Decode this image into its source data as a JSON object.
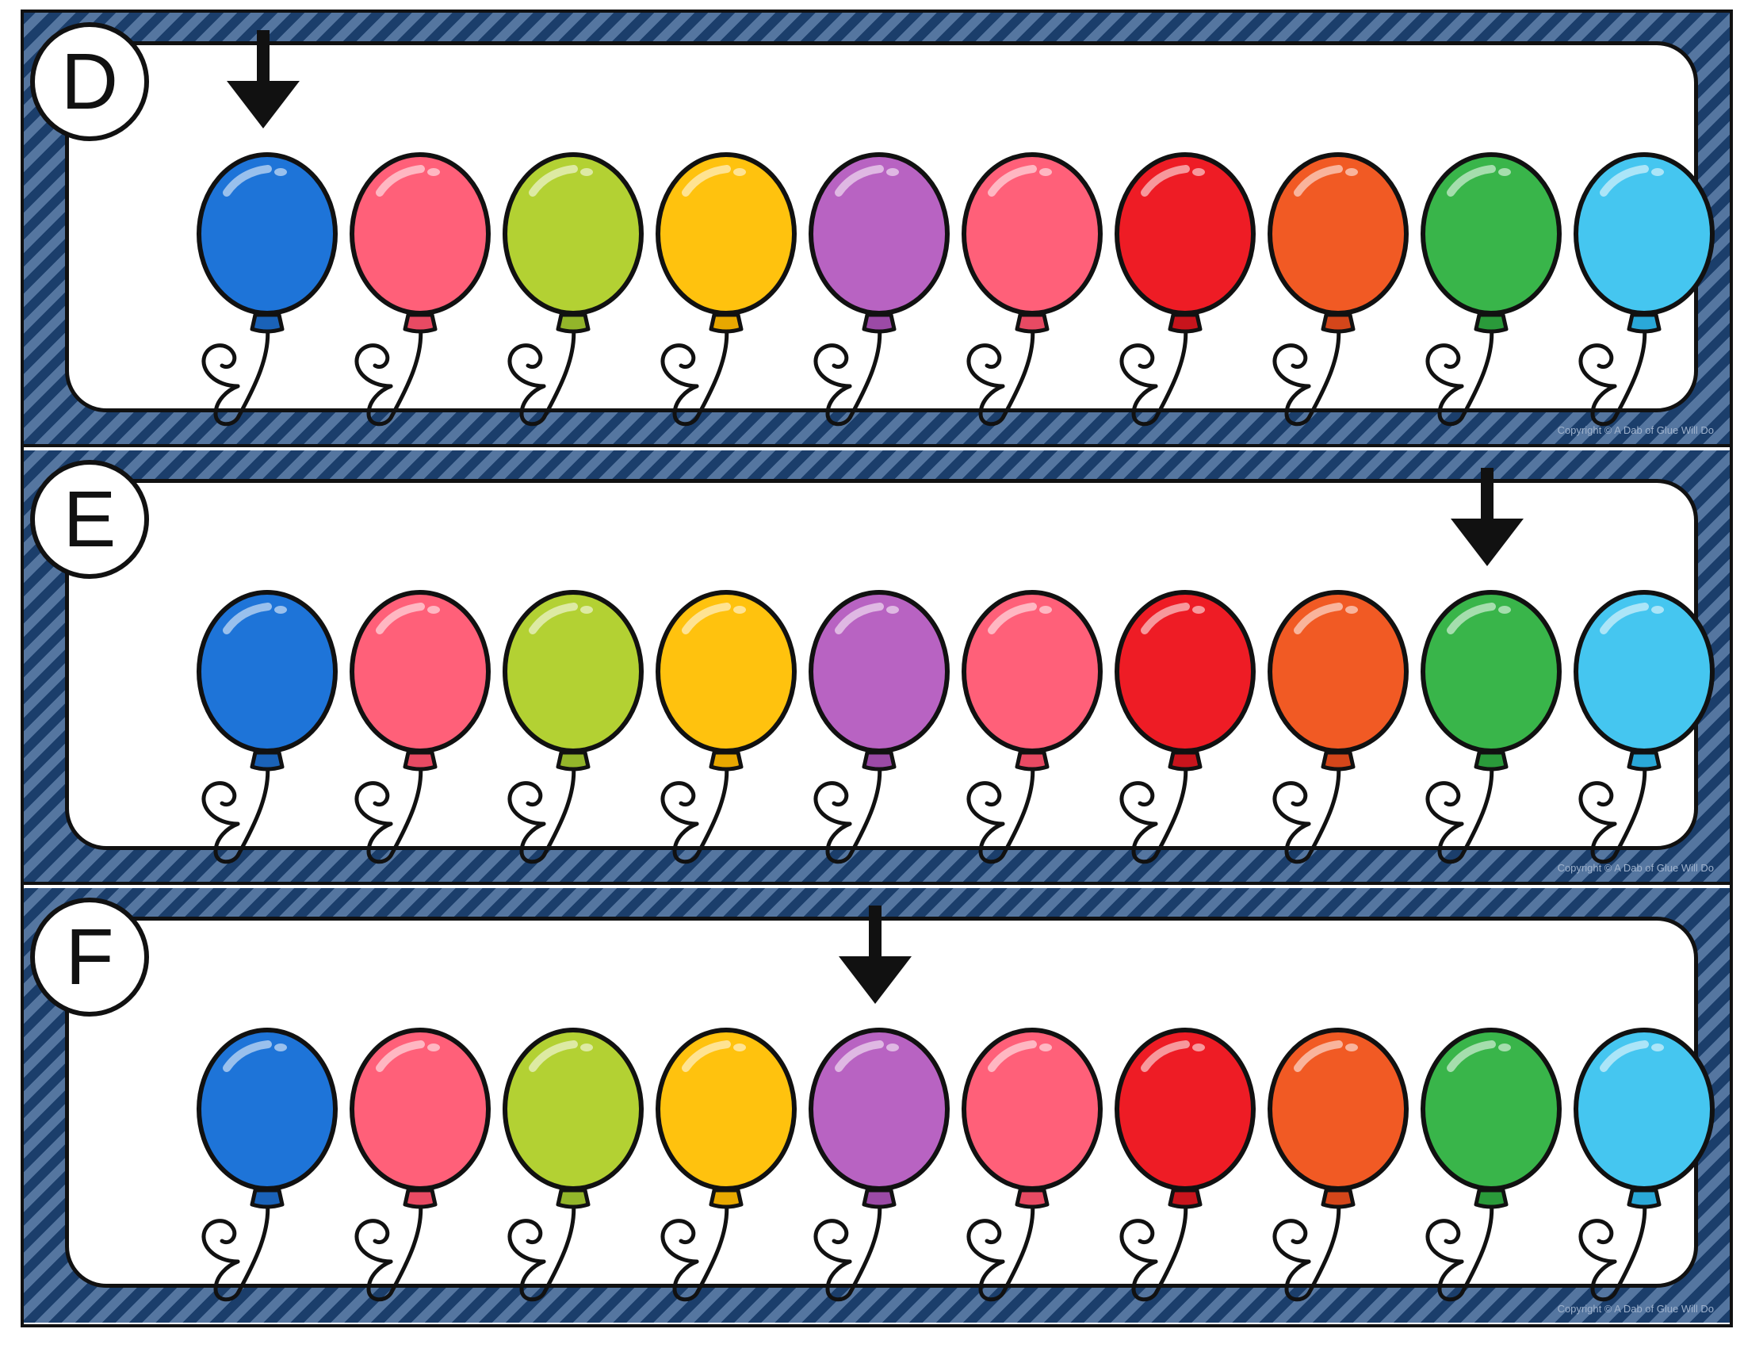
{
  "cards": [
    {
      "letter": "D",
      "arrow_index": 0,
      "copyright": "Copyright © A Dab of Glue Will Do"
    },
    {
      "letter": "E",
      "arrow_index": 8,
      "copyright": "Copyright © A Dab of Glue Will Do"
    },
    {
      "letter": "F",
      "arrow_index": 4,
      "copyright": "Copyright © A Dab of Glue Will Do"
    }
  ],
  "balloons": [
    {
      "color": "#1e74d8",
      "knot": "#1a62b8"
    },
    {
      "color": "#ff6079",
      "knot": "#e84a63"
    },
    {
      "color": "#b3d133",
      "knot": "#93b52a"
    },
    {
      "color": "#ffc20e",
      "knot": "#e8a800"
    },
    {
      "color": "#b863c2",
      "knot": "#9b4aa6"
    },
    {
      "color": "#ff6079",
      "knot": "#e84a63"
    },
    {
      "color": "#ee1c25",
      "knot": "#c8141c"
    },
    {
      "color": "#f15a24",
      "knot": "#d4461a"
    },
    {
      "color": "#39b54a",
      "knot": "#2a9a3a"
    },
    {
      "color": "#45c6f0",
      "knot": "#2aa8d8"
    }
  ],
  "colors": {
    "border_dark": "#1b3e6b",
    "border_light": "#5576a0",
    "outline": "#111111",
    "arrow": "#111111"
  },
  "icons": {
    "pointer": "down-arrow-icon",
    "item": "balloon-icon"
  }
}
